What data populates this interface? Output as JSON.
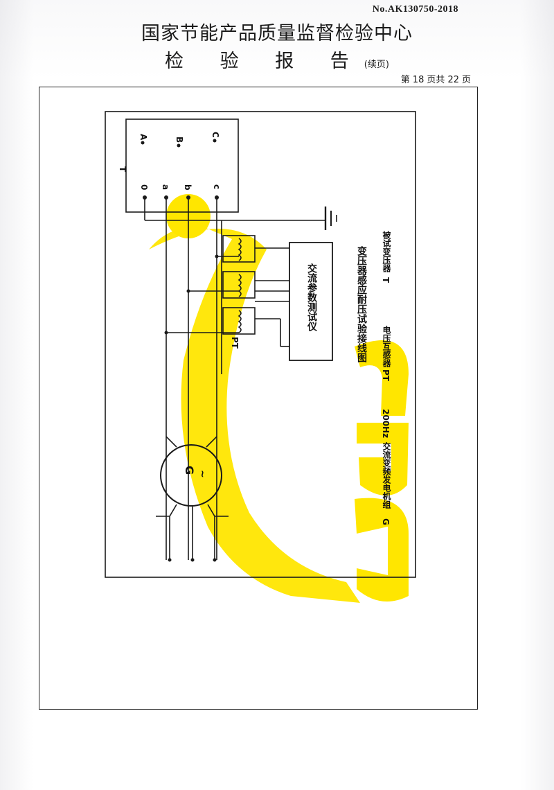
{
  "header": {
    "report_no": "No.AK130750-2018",
    "organization": "国家节能产品质量监督检验中心",
    "title": "检 验 报 告",
    "continued": "(续页)"
  },
  "page": {
    "prefix": "第",
    "current": "18",
    "middle": "页共",
    "total": "22",
    "suffix": "页"
  },
  "diagram": {
    "caption": "变压器感应耐压试验接线图",
    "instrument": "交流参数测试仪",
    "transformer_label": "T",
    "pt_label": "PT",
    "generator_symbol": "G",
    "generator_tilde": "~",
    "terminals_hv": [
      "A",
      "B",
      "C"
    ],
    "terminals_lv": [
      "0",
      "a",
      "b",
      "c"
    ],
    "legend": [
      {
        "symbol": "T",
        "text": "被试变压器"
      },
      {
        "symbol": "PT",
        "text": "电压互感器"
      },
      {
        "symbol": "G",
        "text": "交流变频发电机组"
      },
      {
        "symbol": "",
        "text": "200Hz"
      }
    ]
  },
  "colors": {
    "watermark": "#ffe600",
    "ink": "#1a1a1a"
  }
}
